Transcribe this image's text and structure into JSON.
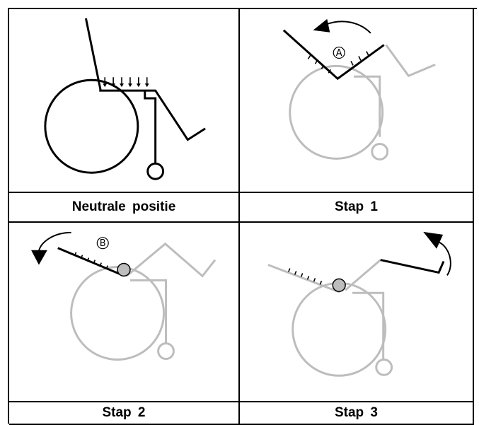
{
  "captions": {
    "neutral": "Neutrale positie",
    "step1": "Stap  1",
    "step2": "Stap  2",
    "step3": "Stap  3"
  },
  "markers": {
    "a": "A",
    "b": "B"
  },
  "colors": {
    "line": "#000000",
    "faded": "#bdbdbd",
    "pivot": "#bdbdbd"
  }
}
